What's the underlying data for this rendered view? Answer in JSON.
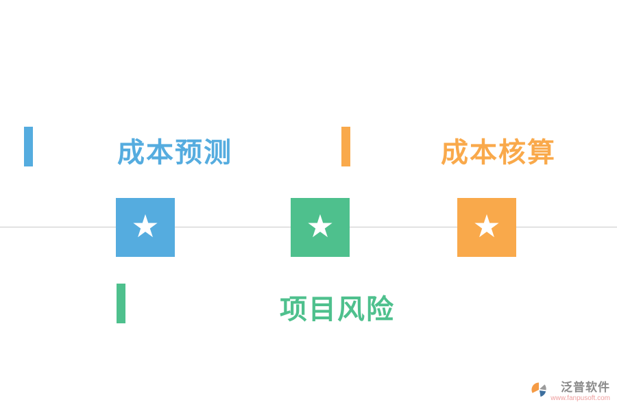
{
  "diagram": {
    "type": "timeline-infographic",
    "line_color": "#C9C9C9",
    "sections": [
      {
        "id": "cost-forecast",
        "label": "成本预测",
        "color": "#55ACDF",
        "position": "top-left"
      },
      {
        "id": "cost-accounting",
        "label": "成本核算",
        "color": "#F9A94B",
        "position": "top-right"
      },
      {
        "id": "project-risk",
        "label": "项目风险",
        "color": "#4EC08D",
        "position": "bottom-center"
      }
    ],
    "nodes": [
      {
        "icon": "star-icon",
        "glyph": "★",
        "color": "#55ACDF"
      },
      {
        "icon": "star-icon",
        "glyph": "★",
        "color": "#4EC08D"
      },
      {
        "icon": "star-icon",
        "glyph": "★",
        "color": "#F9A94B"
      }
    ]
  },
  "footer": {
    "brand": "泛普软件",
    "url": "www.fanpusoft.com",
    "brand_color": "#8A8A8A",
    "url_color": "#EF9E9E"
  }
}
